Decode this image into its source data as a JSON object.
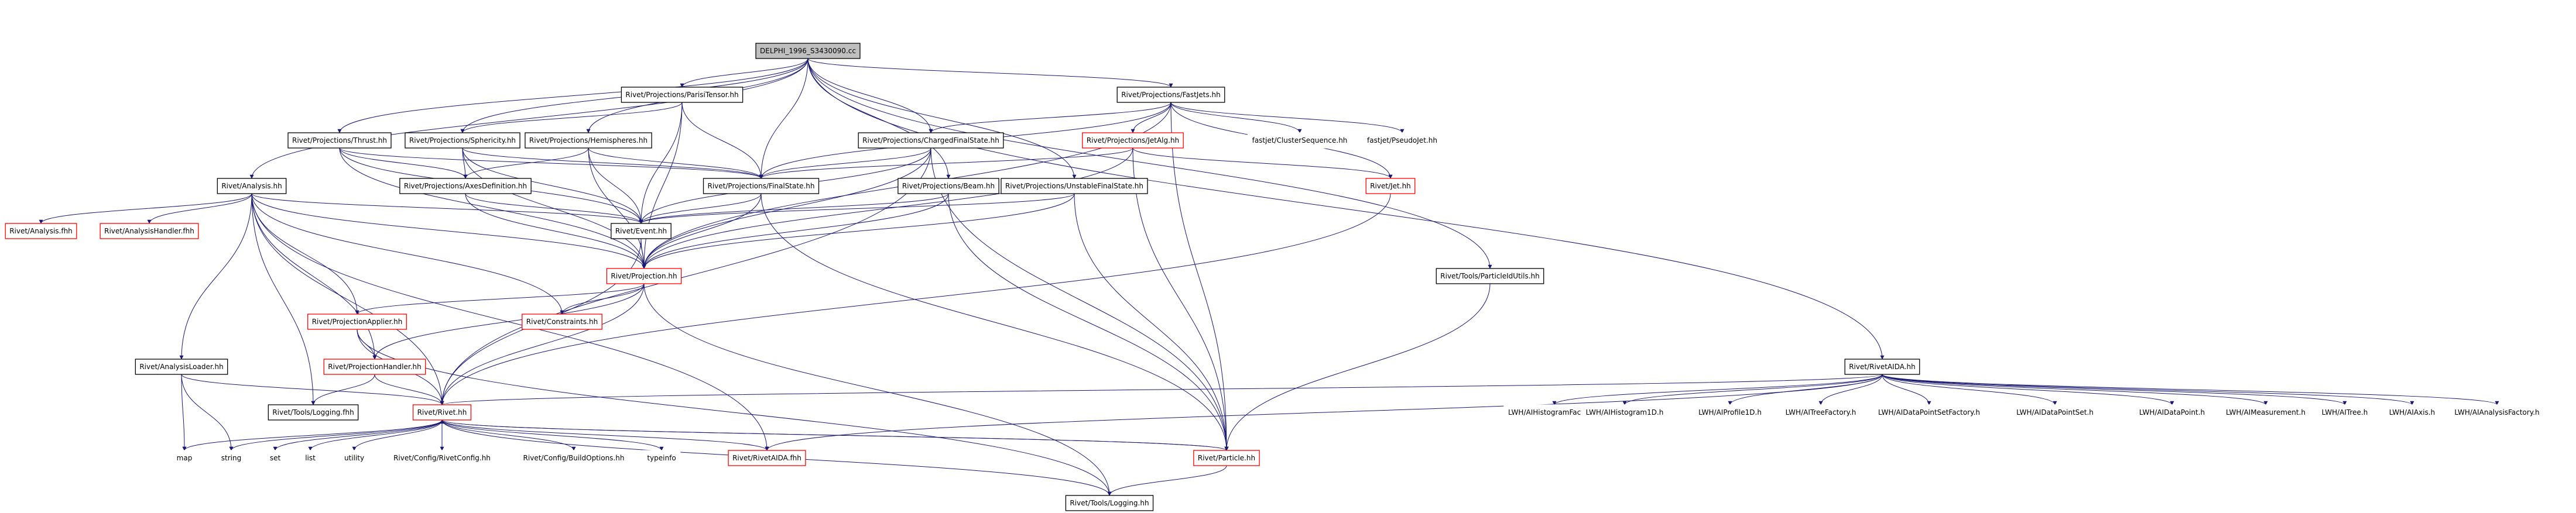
{
  "graph": {
    "title": "DELPHI_1996_S3430090.cc",
    "colors": {
      "edge": "#191970",
      "node_border": "#000000",
      "node_missing_border": "#ff0000",
      "root_fill": "#bfbfbf",
      "node_fill": "#ffffff"
    },
    "nodes": [
      {
        "id": "root",
        "label": "DELPHI_1996_S3430090.cc",
        "style": "root"
      },
      {
        "id": "fastjets",
        "label": "Rivet/Projections/FastJets.hh",
        "style": "normal"
      },
      {
        "id": "pariso",
        "label": "Rivet/Projections/ParisiTensor.hh",
        "style": "normal"
      },
      {
        "id": "thrust",
        "label": "Rivet/Projections/Thrust.hh",
        "style": "normal"
      },
      {
        "id": "sphericity",
        "label": "Rivet/Projections/Sphericity.hh",
        "style": "normal"
      },
      {
        "id": "hemispheres",
        "label": "Rivet/Projections/Hemispheres.hh",
        "style": "normal"
      },
      {
        "id": "chargedfs",
        "label": "Rivet/Projections/ChargedFinalState.hh",
        "style": "normal"
      },
      {
        "id": "jetalg",
        "label": "Rivet/Projections/JetAlg.hh",
        "style": "missing"
      },
      {
        "id": "clusterseq",
        "label": "fastjet/ClusterSequence.hh",
        "style": "plain"
      },
      {
        "id": "pseudojet",
        "label": "fastjet/PseudoJet.hh",
        "style": "plain"
      },
      {
        "id": "analysis",
        "label": "Rivet/Analysis.hh",
        "style": "normal"
      },
      {
        "id": "axesdef",
        "label": "Rivet/Projections/AxesDefinition.hh",
        "style": "normal"
      },
      {
        "id": "finalstate",
        "label": "Rivet/Projections/FinalState.hh",
        "style": "normal"
      },
      {
        "id": "beam",
        "label": "Rivet/Projections/Beam.hh",
        "style": "normal"
      },
      {
        "id": "unstablefs",
        "label": "Rivet/Projections/UnstableFinalState.hh",
        "style": "normal"
      },
      {
        "id": "jet",
        "label": "Rivet/Jet.hh",
        "style": "missing"
      },
      {
        "id": "analysisfhh",
        "label": "Rivet/Analysis.fhh",
        "style": "missing"
      },
      {
        "id": "analysishandlerfhh",
        "label": "Rivet/AnalysisHandler.fhh",
        "style": "missing"
      },
      {
        "id": "event",
        "label": "Rivet/Event.hh",
        "style": "normal"
      },
      {
        "id": "projection",
        "label": "Rivet/Projection.hh",
        "style": "missing"
      },
      {
        "id": "particleidutils",
        "label": "Rivet/Tools/ParticleIdUtils.hh",
        "style": "normal"
      },
      {
        "id": "projapplier",
        "label": "Rivet/ProjectionApplier.hh",
        "style": "missing"
      },
      {
        "id": "constraints",
        "label": "Rivet/Constraints.hh",
        "style": "missing"
      },
      {
        "id": "analysisloader",
        "label": "Rivet/AnalysisLoader.hh",
        "style": "normal"
      },
      {
        "id": "projhandler",
        "label": "Rivet/ProjectionHandler.hh",
        "style": "missing"
      },
      {
        "id": "rivetaida",
        "label": "Rivet/RivetAIDA.hh",
        "style": "normal"
      },
      {
        "id": "loggingfhh",
        "label": "Rivet/Tools/Logging.fhh",
        "style": "normal"
      },
      {
        "id": "rivet",
        "label": "Rivet/Rivet.hh",
        "style": "missing"
      },
      {
        "id": "ihistfactory",
        "label": "LWH/AIHistogramFactory.h",
        "style": "plain"
      },
      {
        "id": "ihist1d",
        "label": "LWH/AIHistogram1D.h",
        "style": "plain"
      },
      {
        "id": "iprofile1d",
        "label": "LWH/AIProfile1D.h",
        "style": "plain"
      },
      {
        "id": "itreefactory",
        "label": "LWH/AITreeFactory.h",
        "style": "plain"
      },
      {
        "id": "idpsfactory",
        "label": "LWH/AIDataPointSetFactory.h",
        "style": "plain"
      },
      {
        "id": "idps",
        "label": "LWH/AIDataPointSet.h",
        "style": "plain"
      },
      {
        "id": "idp",
        "label": "LWH/AIDataPoint.h",
        "style": "plain"
      },
      {
        "id": "imeas",
        "label": "LWH/AIMeasurement.h",
        "style": "plain"
      },
      {
        "id": "itree",
        "label": "LWH/AITree.h",
        "style": "plain"
      },
      {
        "id": "iaxis",
        "label": "LWH/AIAxis.h",
        "style": "plain"
      },
      {
        "id": "ianafactory",
        "label": "LWH/AIAnalysisFactory.h",
        "style": "plain"
      },
      {
        "id": "map",
        "label": "map",
        "style": "plain"
      },
      {
        "id": "string",
        "label": "string",
        "style": "plain"
      },
      {
        "id": "set",
        "label": "set",
        "style": "plain"
      },
      {
        "id": "list",
        "label": "list",
        "style": "plain"
      },
      {
        "id": "utility",
        "label": "utility",
        "style": "plain"
      },
      {
        "id": "rivetconfig",
        "label": "Rivet/Config/RivetConfig.hh",
        "style": "plain"
      },
      {
        "id": "buildoptions",
        "label": "Rivet/Config/BuildOptions.hh",
        "style": "plain"
      },
      {
        "id": "typeinfo",
        "label": "typeinfo",
        "style": "plain"
      },
      {
        "id": "rivetaidafhh",
        "label": "Rivet/RivetAIDA.fhh",
        "style": "missing"
      },
      {
        "id": "particle",
        "label": "Rivet/Particle.hh",
        "style": "missing"
      },
      {
        "id": "logginghh",
        "label": "Rivet/Tools/Logging.hh",
        "style": "normal"
      }
    ],
    "edges": [
      [
        "root",
        "fastjets"
      ],
      [
        "root",
        "pariso"
      ],
      [
        "root",
        "thrust"
      ],
      [
        "root",
        "sphericity"
      ],
      [
        "root",
        "hemispheres"
      ],
      [
        "root",
        "chargedfs"
      ],
      [
        "root",
        "analysis"
      ],
      [
        "root",
        "finalstate"
      ],
      [
        "root",
        "beam"
      ],
      [
        "root",
        "unstablefs"
      ],
      [
        "root",
        "particleidutils"
      ],
      [
        "root",
        "rivetaida"
      ],
      [
        "fastjets",
        "jetalg"
      ],
      [
        "fastjets",
        "clusterseq"
      ],
      [
        "fastjets",
        "pseudojet"
      ],
      [
        "fastjets",
        "jet"
      ],
      [
        "fastjets",
        "finalstate"
      ],
      [
        "fastjets",
        "projection"
      ],
      [
        "fastjets",
        "particle"
      ],
      [
        "fastjets",
        "chargedfs"
      ],
      [
        "jetalg",
        "jet"
      ],
      [
        "jetalg",
        "finalstate"
      ],
      [
        "jetalg",
        "projection"
      ],
      [
        "jetalg",
        "particle"
      ],
      [
        "jet",
        "rivet"
      ],
      [
        "pariso",
        "sphericity"
      ],
      [
        "pariso",
        "finalstate"
      ],
      [
        "pariso",
        "event"
      ],
      [
        "pariso",
        "projection"
      ],
      [
        "thrust",
        "axesdef"
      ],
      [
        "thrust",
        "finalstate"
      ],
      [
        "thrust",
        "event"
      ],
      [
        "thrust",
        "projection"
      ],
      [
        "sphericity",
        "axesdef"
      ],
      [
        "sphericity",
        "finalstate"
      ],
      [
        "sphericity",
        "event"
      ],
      [
        "sphericity",
        "projection"
      ],
      [
        "hemispheres",
        "axesdef"
      ],
      [
        "hemispheres",
        "finalstate"
      ],
      [
        "hemispheres",
        "event"
      ],
      [
        "hemispheres",
        "projection"
      ],
      [
        "chargedfs",
        "finalstate"
      ],
      [
        "chargedfs",
        "event"
      ],
      [
        "chargedfs",
        "projection"
      ],
      [
        "chargedfs",
        "rivet"
      ],
      [
        "chargedfs",
        "particle"
      ],
      [
        "axesdef",
        "event"
      ],
      [
        "axesdef",
        "projection"
      ],
      [
        "finalstate",
        "event"
      ],
      [
        "finalstate",
        "projection"
      ],
      [
        "finalstate",
        "particle"
      ],
      [
        "beam",
        "event"
      ],
      [
        "beam",
        "projection"
      ],
      [
        "beam",
        "particle"
      ],
      [
        "unstablefs",
        "event"
      ],
      [
        "unstablefs",
        "projection"
      ],
      [
        "unstablefs",
        "particle"
      ],
      [
        "analysis",
        "analysisfhh"
      ],
      [
        "analysis",
        "analysishandlerfhh"
      ],
      [
        "analysis",
        "event"
      ],
      [
        "analysis",
        "projection"
      ],
      [
        "analysis",
        "projapplier"
      ],
      [
        "analysis",
        "constraints"
      ],
      [
        "analysis",
        "analysisloader"
      ],
      [
        "analysis",
        "projhandler"
      ],
      [
        "analysis",
        "loggingfhh"
      ],
      [
        "analysis",
        "rivet"
      ],
      [
        "analysis",
        "rivetaidafhh"
      ],
      [
        "event",
        "projection"
      ],
      [
        "event",
        "rivet"
      ],
      [
        "projection",
        "projapplier"
      ],
      [
        "projection",
        "constraints"
      ],
      [
        "projection",
        "projhandler"
      ],
      [
        "projection",
        "rivet"
      ],
      [
        "projection",
        "logginghh"
      ],
      [
        "projapplier",
        "projhandler"
      ],
      [
        "projapplier",
        "rivet"
      ],
      [
        "projapplier",
        "logginghh"
      ],
      [
        "projhandler",
        "rivet"
      ],
      [
        "projhandler",
        "loggingfhh"
      ],
      [
        "analysisloader",
        "map"
      ],
      [
        "analysisloader",
        "string"
      ],
      [
        "analysisloader",
        "rivet"
      ],
      [
        "particleidutils",
        "particle"
      ],
      [
        "rivetaida",
        "rivet"
      ],
      [
        "rivetaida",
        "rivetaidafhh"
      ],
      [
        "rivetaida",
        "ihistfactory"
      ],
      [
        "rivetaida",
        "ihist1d"
      ],
      [
        "rivetaida",
        "iprofile1d"
      ],
      [
        "rivetaida",
        "itreefactory"
      ],
      [
        "rivetaida",
        "idpsfactory"
      ],
      [
        "rivetaida",
        "idps"
      ],
      [
        "rivetaida",
        "idp"
      ],
      [
        "rivetaida",
        "imeas"
      ],
      [
        "rivetaida",
        "itree"
      ],
      [
        "rivetaida",
        "iaxis"
      ],
      [
        "rivetaida",
        "ianafactory"
      ],
      [
        "rivet",
        "map"
      ],
      [
        "rivet",
        "string"
      ],
      [
        "rivet",
        "set"
      ],
      [
        "rivet",
        "list"
      ],
      [
        "rivet",
        "utility"
      ],
      [
        "rivet",
        "rivetconfig"
      ],
      [
        "rivet",
        "buildoptions"
      ],
      [
        "rivet",
        "typeinfo"
      ],
      [
        "rivet",
        "rivetaidafhh"
      ],
      [
        "rivet",
        "particle"
      ],
      [
        "rivet",
        "logginghh"
      ],
      [
        "particle",
        "rivet"
      ],
      [
        "particle",
        "logginghh"
      ]
    ]
  }
}
